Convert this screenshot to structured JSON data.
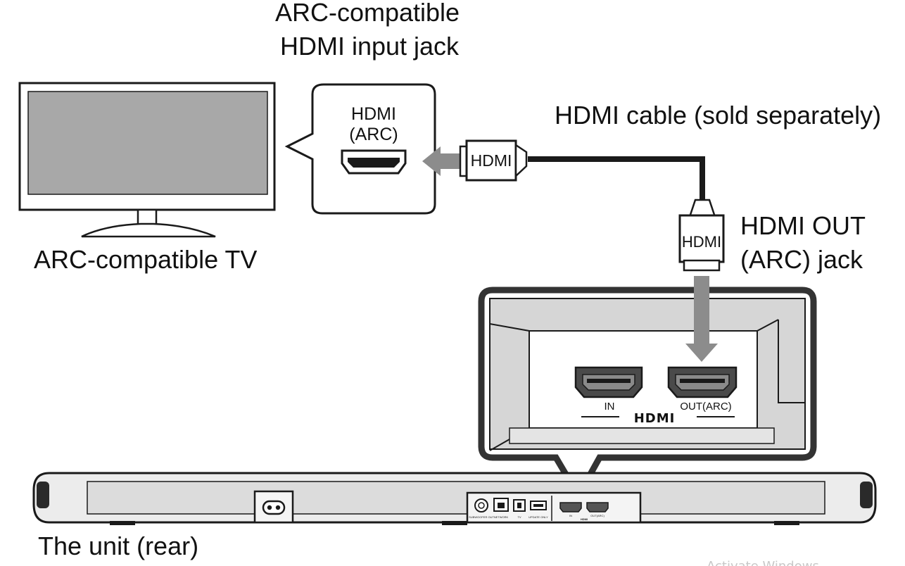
{
  "labels": {
    "tv_input_jack_line1": "ARC-compatible",
    "tv_input_jack_line2": "HDMI input jack",
    "tv": "ARC-compatible TV",
    "cable": "HDMI cable (sold separately)",
    "out_jack_line1": "HDMI OUT",
    "out_jack_line2": "(ARC) jack",
    "unit": "The unit (rear)"
  },
  "tv_callout": {
    "port_line1": "HDMI",
    "port_line2": "(ARC)"
  },
  "plugs": {
    "tv_plug": "HDMI",
    "unit_plug": "HDMI"
  },
  "unit_panel": {
    "in_label": "IN",
    "out_label": "OUT(ARC)",
    "hdmi_logo": "HDMI"
  },
  "rear_panel": {
    "subwoofer_label": "SUBWOOFER OUT",
    "network_label": "NETWORK",
    "tv_label": "TV",
    "usb_label": "UPDATE ONLY",
    "in_label": "IN",
    "out_label": "OUT(ARC)",
    "hdmi_label": "HDMI"
  },
  "watermark": "Activate Windows",
  "colors": {
    "line": "#1a1a1a",
    "screen": "#a8a8a8",
    "panel_fill": "#d6d6d6",
    "arrow": "#8c8c8c"
  }
}
